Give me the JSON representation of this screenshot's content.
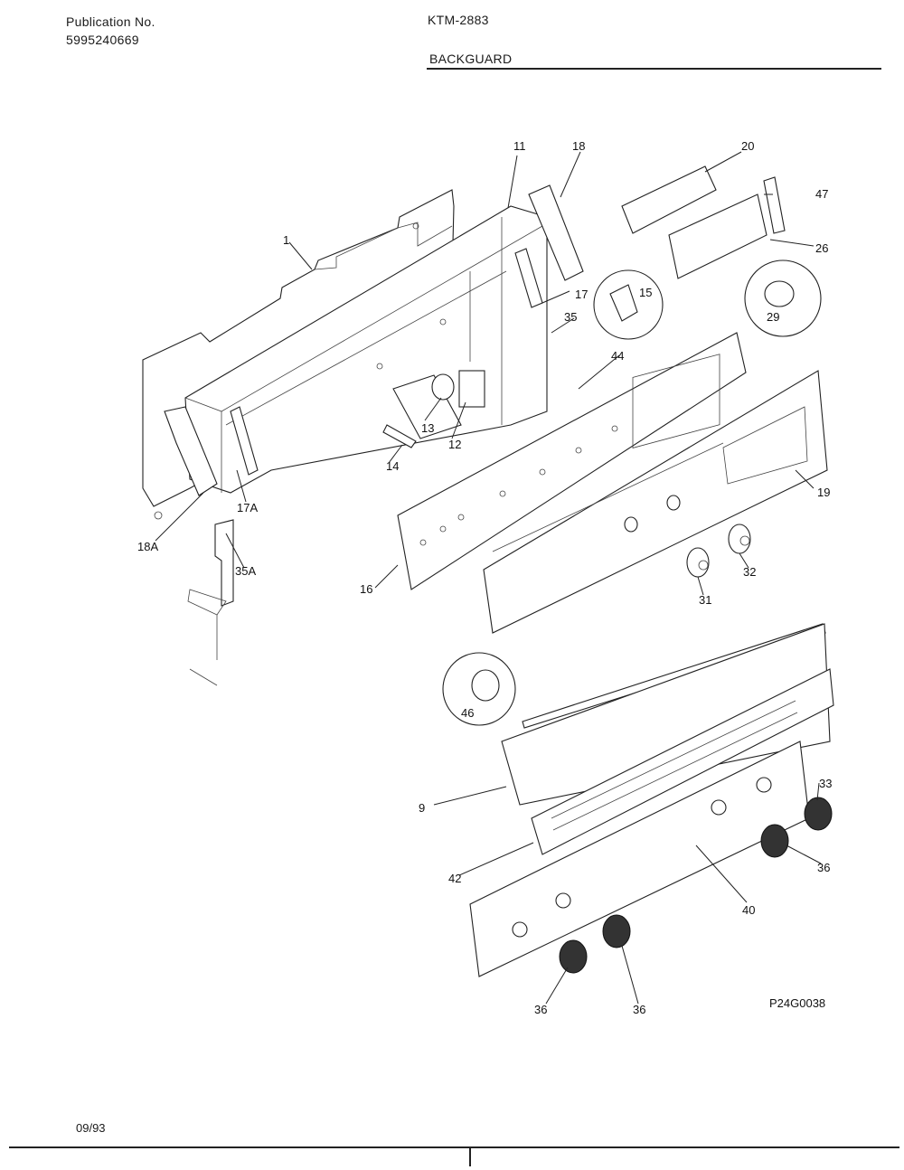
{
  "header": {
    "publication_label": "Publication No.",
    "publication_number": "5995240669",
    "model": "KTM-2883",
    "section_title": "BACKGUARD"
  },
  "footer": {
    "date": "09/93",
    "figure_id": "P24G0038"
  },
  "callouts": {
    "c1": "1",
    "c9": "9",
    "c11": "11",
    "c12": "12",
    "c13": "13",
    "c14": "14",
    "c15": "15",
    "c16": "16",
    "c17": "17",
    "c17a": "17A",
    "c18": "18",
    "c18a": "18A",
    "c19": "19",
    "c20": "20",
    "c26": "26",
    "c29": "29",
    "c31": "31",
    "c32": "32",
    "c33": "33",
    "c35": "35",
    "c35a": "35A",
    "c36a": "36",
    "c36b": "36",
    "c36c": "36",
    "c40": "40",
    "c42": "42",
    "c44": "44",
    "c46": "46",
    "c47": "47"
  }
}
